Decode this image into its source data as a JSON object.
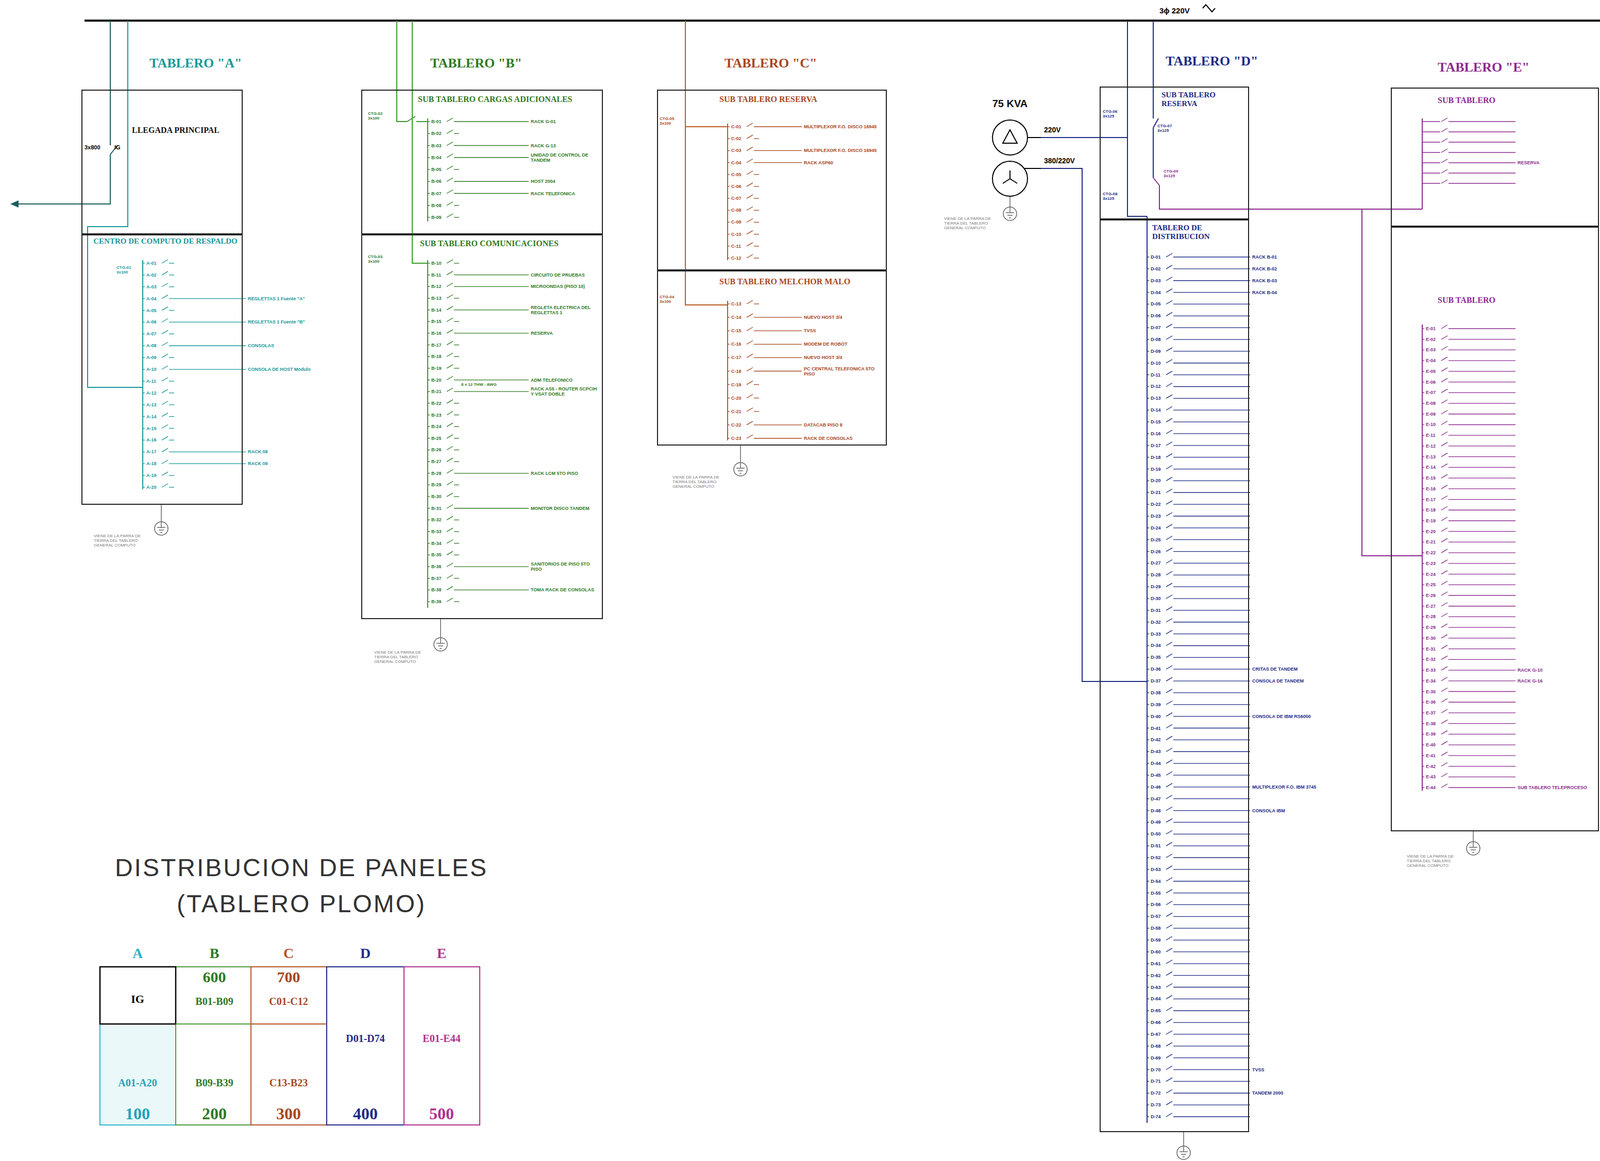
{
  "diagram": {
    "title": "DISTRIBUCION DE PANELES (TABLERO PLOMO)",
    "nodes": [
      {
        "text": [
          "TABLERO \"A\""
        ]
      },
      {
        "text": [
          "LLEGADA PRINCIPAL"
        ],
        "in": 0
      },
      {
        "text": [
          "CENTRO DE COMPUTO DE RESPALDO"
        ],
        "in": 0
      },
      {
        "text": [
          "TABLERO \"B\""
        ]
      },
      {
        "text": [
          "SUB TABLERO CARGAS ADICIONALES"
        ],
        "in": 3
      },
      {
        "text": [
          "SUB TABLERO COMUNICACIONES"
        ],
        "in": 3
      },
      {
        "text": [
          "TABLERO \"C\""
        ]
      },
      {
        "text": [
          "SUB TABLERO RESERVA"
        ],
        "in": 6
      },
      {
        "text": [
          "SUB TABLERO MELCHOR MALO"
        ],
        "in": 6
      },
      {
        "text": [
          "75 KVA"
        ]
      },
      {
        "text": [
          "TABLERO \"D\""
        ]
      },
      {
        "text": [
          "SUB TABLERO RESERVA"
        ],
        "in": 10
      },
      {
        "text": [
          "TABLERO DE DISTRIBUCION"
        ],
        "in": 10
      },
      {
        "text": [
          "TABLERO \"E\""
        ]
      },
      {
        "text": [
          "SUB TABLERO"
        ],
        "in": 13
      },
      {
        "text": [
          "SUB TABLERO"
        ],
        "in": 13
      }
    ],
    "edges": [
      {
        "from": 1,
        "to": 2,
        "arrow": "none"
      },
      {
        "from": 9,
        "to": 11,
        "arrow": "none"
      },
      {
        "from": 9,
        "to": 12,
        "arrow": "none"
      },
      {
        "from": 11,
        "to": 14,
        "arrow": "none"
      },
      {
        "from": 11,
        "to": 15,
        "arrow": "none"
      }
    ],
    "labels": [
      "3ϕ 220V",
      "A-01",
      "A-02",
      "A-03",
      "A-04",
      "A-05",
      "A-06",
      "A-07",
      "A-08",
      "A-09",
      "A-10",
      "A-11",
      "A-12",
      "A-13",
      "A-14",
      "A-15",
      "A-16",
      "A-17",
      "A-18",
      "A-19",
      "A-20",
      "B-01",
      "B-02",
      "B-03",
      "B-04",
      "B-05",
      "B-06",
      "B-07",
      "B-08",
      "B-09",
      "B-10",
      "B-11",
      "B-12",
      "B-13",
      "B-14",
      "B-15",
      "B-16",
      "B-17",
      "B-18",
      "B-19",
      "B-20",
      "B-21",
      "B-22",
      "B-23",
      "B-24",
      "B-25",
      "B-26",
      "B-27",
      "B-28",
      "B-29",
      "B-30",
      "B-31",
      "B-32",
      "B-33",
      "B-34",
      "B-35",
      "B-36",
      "B-37",
      "B-38",
      "B-39",
      "C-01",
      "C-02",
      "C-03",
      "C-04",
      "C-05",
      "C-06",
      "C-07",
      "C-08",
      "C-09",
      "C-10",
      "C-11",
      "C-12",
      "C-13",
      "C-14",
      "C-15",
      "C-16",
      "C-17",
      "C-18",
      "C-19",
      "C-20",
      "C-21",
      "C-22",
      "C-23",
      "D-01",
      "D-02",
      "D-03",
      "D-04",
      "D-05",
      "D-06",
      "D-07",
      "D-08",
      "D-09",
      "D-10",
      "D-11",
      "D-12",
      "D-13",
      "D-14",
      "D-15",
      "D-16",
      "D-17",
      "D-18",
      "D-19",
      "D-20",
      "D-21",
      "D-22",
      "D-23",
      "D-24",
      "D-25",
      "D-26",
      "D-27",
      "D-28",
      "D-29",
      "D-30",
      "D-31",
      "D-32",
      "D-33",
      "D-34",
      "D-35",
      "D-36",
      "D-37",
      "D-38",
      "D-39",
      "D-40",
      "D-41",
      "D-42",
      "D-43",
      "D-44",
      "D-45",
      "D-46",
      "D-47",
      "D-48",
      "D-49",
      "D-50",
      "D-51",
      "D-52",
      "D-53",
      "D-54",
      "D-55",
      "D-56",
      "D-57",
      "D-58",
      "D-59",
      "D-60",
      "D-61",
      "D-62",
      "D-63",
      "D-64",
      "D-65",
      "D-66",
      "D-67",
      "D-68",
      "D-69",
      "D-70",
      "D-71",
      "D-72",
      "D-73",
      "D-74",
      "E-01",
      "E-02",
      "E-03",
      "E-04",
      "E-05",
      "E-06",
      "E-07",
      "E-08",
      "E-09",
      "E-10",
      "E-11",
      "E-12",
      "E-13",
      "E-14",
      "E-15",
      "E-16",
      "E-17",
      "E-18",
      "E-19",
      "E-20",
      "E-21",
      "E-22",
      "E-23",
      "E-24",
      "E-25",
      "E-26",
      "E-27",
      "E-28",
      "E-29",
      "E-30",
      "E-31",
      "E-32",
      "E-33",
      "E-34",
      "E-35",
      "E-36",
      "E-37",
      "E-38",
      "E-39",
      "E-40",
      "E-41",
      "E-42",
      "E-43",
      "E-44",
      "3x800",
      "IG",
      "CTG-01 3x100",
      "CTG-02 3x100",
      "CTG-03 3x100",
      "CTG-05 3x100",
      "CTG-04 3x100",
      "CTG-06 3x125",
      "CTG-07 3x125",
      "CTG-08 3x125",
      "CTG-09 3x125",
      "220V",
      "380/220V",
      "8 x 12 THW - AWG",
      "VIENE DE LA PARRA DE TIERRA DEL TABLERO GENERAL COMPUTO",
      "VIENE DE LA PARRA DE TIERRA DEL TABLERO GENERAL COMPUTO",
      "VIENE DE LA PARRA DE TIERRA DEL TABLERO GENERAL COMPUTO",
      "VIENE DE LA PARRA DE TIERRA DEL TABLERO GENERAL COMPUTO",
      "VIENE DE LA PARRA DE TIERRA DEL TABLERO GENERAL COMPUTO",
      "A",
      "B",
      "C",
      "D",
      "E",
      "600",
      "700",
      "IG",
      "B01-B09",
      "C01-C12",
      "D01-D74",
      "E01-E44",
      "A01-A20",
      "B09-B39",
      "C13-B23",
      "100",
      "200",
      "300",
      "400",
      "500",
      "REGLETTAS 1 Fuente \"A\"",
      "REGLETTAS 1 Fuente \"B\"",
      "CONSOLAS",
      "CONSOLA DE HOST Modulo",
      "RACK 08",
      "RACK 09",
      "RACK G-01",
      "RACK G-13",
      "UNIDAD DE CONTROL DE TANDEM",
      "HOST 2004",
      "RACK TELEFONICA",
      "CIRCUITO DE PRUEBAS",
      "MICROONDAS (PISO 10)",
      "REGLETA ELECTRICA DEL REGLETTAS 1",
      "RESERVA",
      "ADM TELEFONICO",
      "RACK AS5 - ROUTER SCPCIH Y VSAT DOBLE",
      "RACK LCM 5TO PISO",
      "MONITOR DISCO TANDEM",
      "SANITORIOS DE PISO 5TO PISO",
      "TOMA RACK DE CONSOLAS",
      "MULTIPLEXOR F.O. DISCO 16945",
      "MULTIPLEXOR F.O. DISCO 16945",
      "RACK ASP60",
      "NUEVO HOST 3/4",
      "TVSS",
      "MODEM DE ROBOT",
      "NUEVO HOST 3/4",
      "PC CENTRAL TELEFONICA 5TO PISO",
      "DATACAB PISO 8",
      "RACK DE CONSOLAS",
      "RACK B-01",
      "RACK B-02",
      "RACK B-03",
      "RACK B-04",
      "CRITAS DE TANDEM",
      "CONSOLA DE TANDEM",
      "CONSOLA DE IBM RS6000",
      "MULTIPLEXOR F.O. IBM 3745",
      "CONSOLA IBM",
      "TVSS",
      "TANDEM 2000",
      "RACK G-10",
      "RACK G-16",
      "SUB TABLERO TELEPROCESO",
      "RESERVA"
    ]
  }
}
